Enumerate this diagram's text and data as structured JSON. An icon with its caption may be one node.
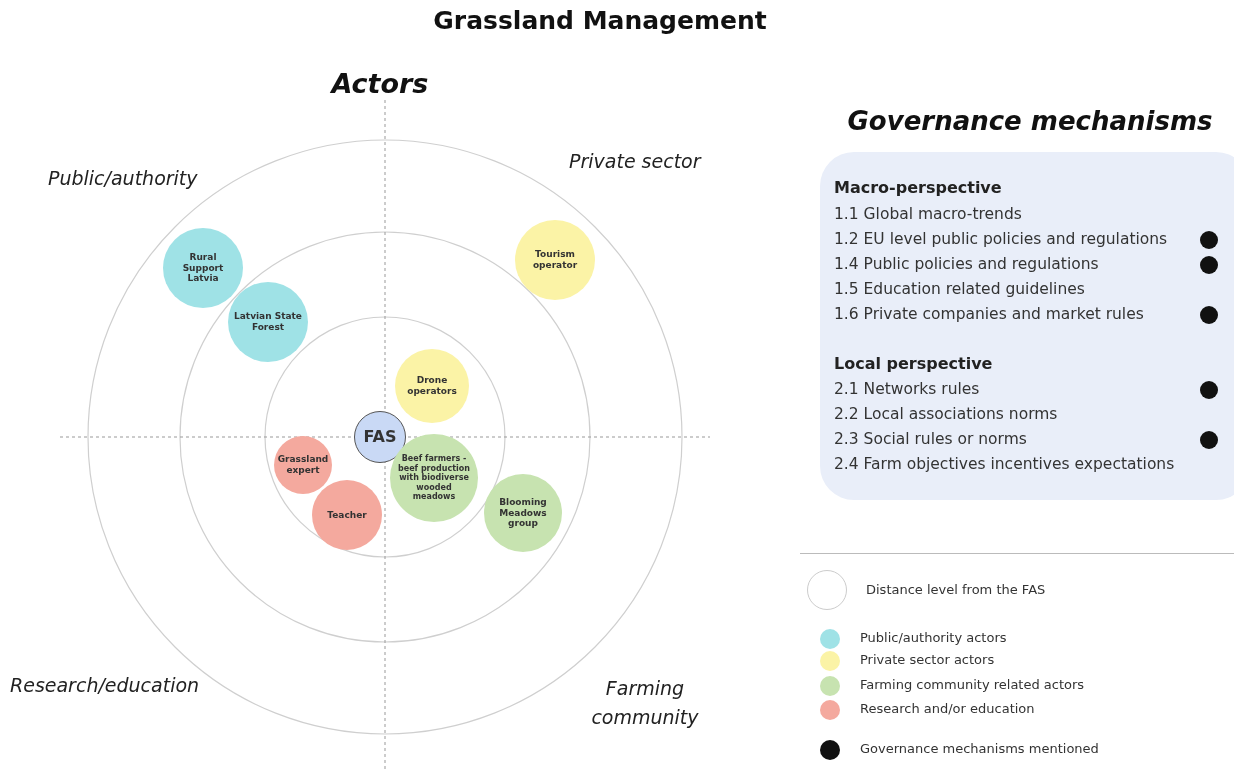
{
  "diagram": {
    "title": "Grassland Management",
    "nodes": [
      {
        "text": [
          "Rural Support Latvia"
        ]
      },
      {
        "text": [
          "Latvian State Forest"
        ]
      },
      {
        "text": [
          "Tourism operator"
        ]
      },
      {
        "text": [
          "Drone operators"
        ]
      },
      {
        "text": [
          "FAS"
        ]
      },
      {
        "text": [
          "Grassland expert"
        ]
      },
      {
        "text": [
          "Teacher"
        ]
      },
      {
        "text": [
          "Beef farmers - beef production with biodiverse wooded meadows"
        ]
      },
      {
        "text": [
          "Blooming Meadows group"
        ]
      },
      {
        "text": [
          "Macro-perspective",
          "Local perspective"
        ]
      },
      {
        "text": [
          "1.1 Global macro-trends"
        ],
        "in": 9
      },
      {
        "text": [
          "1.2 EU level public policies and regulations"
        ],
        "in": 9
      },
      {
        "text": [],
        "shape": "circle",
        "in": 11
      },
      {
        "text": [
          "1.4 Public policies and regulations"
        ],
        "in": 9
      },
      {
        "text": [],
        "shape": "circle",
        "in": 13
      },
      {
        "text": [
          "1.5 Education related guidelines"
        ],
        "in": 9
      },
      {
        "text": [
          "1.6 Private companies and market rules"
        ],
        "in": 9
      },
      {
        "text": [],
        "shape": "circle",
        "in": 16
      },
      {
        "text": [
          "2.1 Networks rules"
        ],
        "in": 9
      },
      {
        "text": [],
        "shape": "circle",
        "in": 18
      },
      {
        "text": [
          "2.2 Local associations norms"
        ],
        "in": 9
      },
      {
        "text": [
          "2.3 Social rules or norms"
        ],
        "in": 9
      },
      {
        "text": [],
        "shape": "circle",
        "in": 21
      },
      {
        "text": [
          "2.4 Farm objectives incentives expectations"
        ],
        "in": 9
      }
    ],
    "edges": [],
    "labels": [
      "Actors",
      "Public/authority",
      "Private sector",
      "Research/education",
      "Farming community",
      "Governance mechanisms"
    ],
    "legend": [
      {
        "text": "Distance level from the FAS"
      },
      {
        "text": "Public/authority actors",
        "color": "#9fe2e6"
      },
      {
        "text": "Private sector actors",
        "color": "#fbf3a6"
      },
      {
        "text": "Farming community related actors",
        "color": "#c7e3b0"
      },
      {
        "text": "Research and/or education",
        "color": "#f4a99e"
      },
      {
        "text": "Governance mechanisms mentioned",
        "color": "#111111"
      }
    ]
  }
}
